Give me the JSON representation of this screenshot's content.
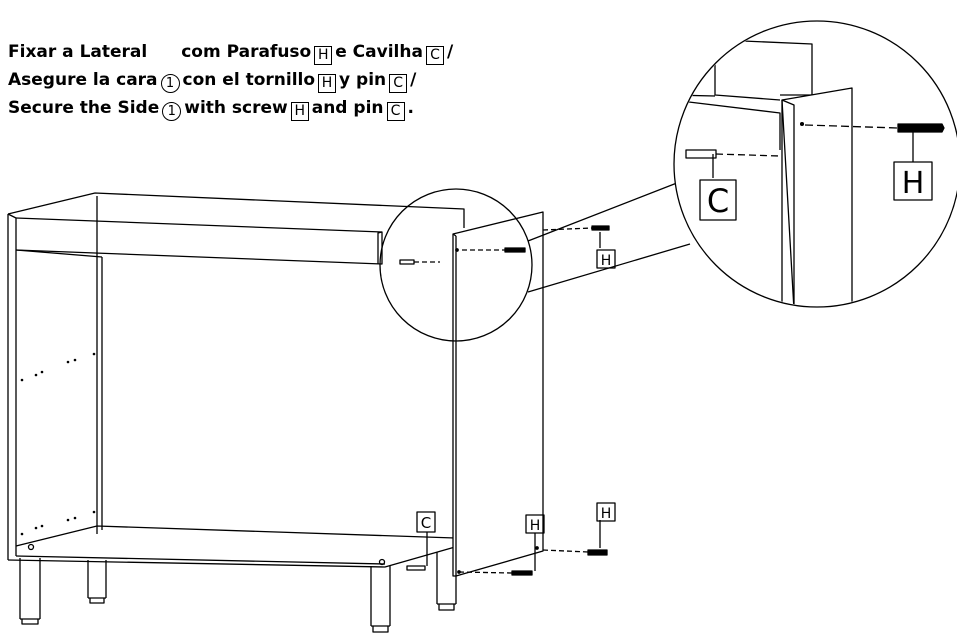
{
  "instructions": {
    "pt": {
      "a": "Fixar a Lateral",
      "b": "com Parafuso",
      "c": "e Cavilha",
      "d": "/"
    },
    "es": {
      "a": "Asegure la cara",
      "b": "con el tornillo",
      "c": "y pin",
      "d": "/"
    },
    "en": {
      "a": "Secure the Side",
      "b": "with screw",
      "c": "and pin",
      "d": "."
    }
  },
  "labels": {
    "screw": "H",
    "pin": "C",
    "side": "1"
  },
  "colors": {
    "line": "#000000",
    "background": "#ffffff"
  }
}
